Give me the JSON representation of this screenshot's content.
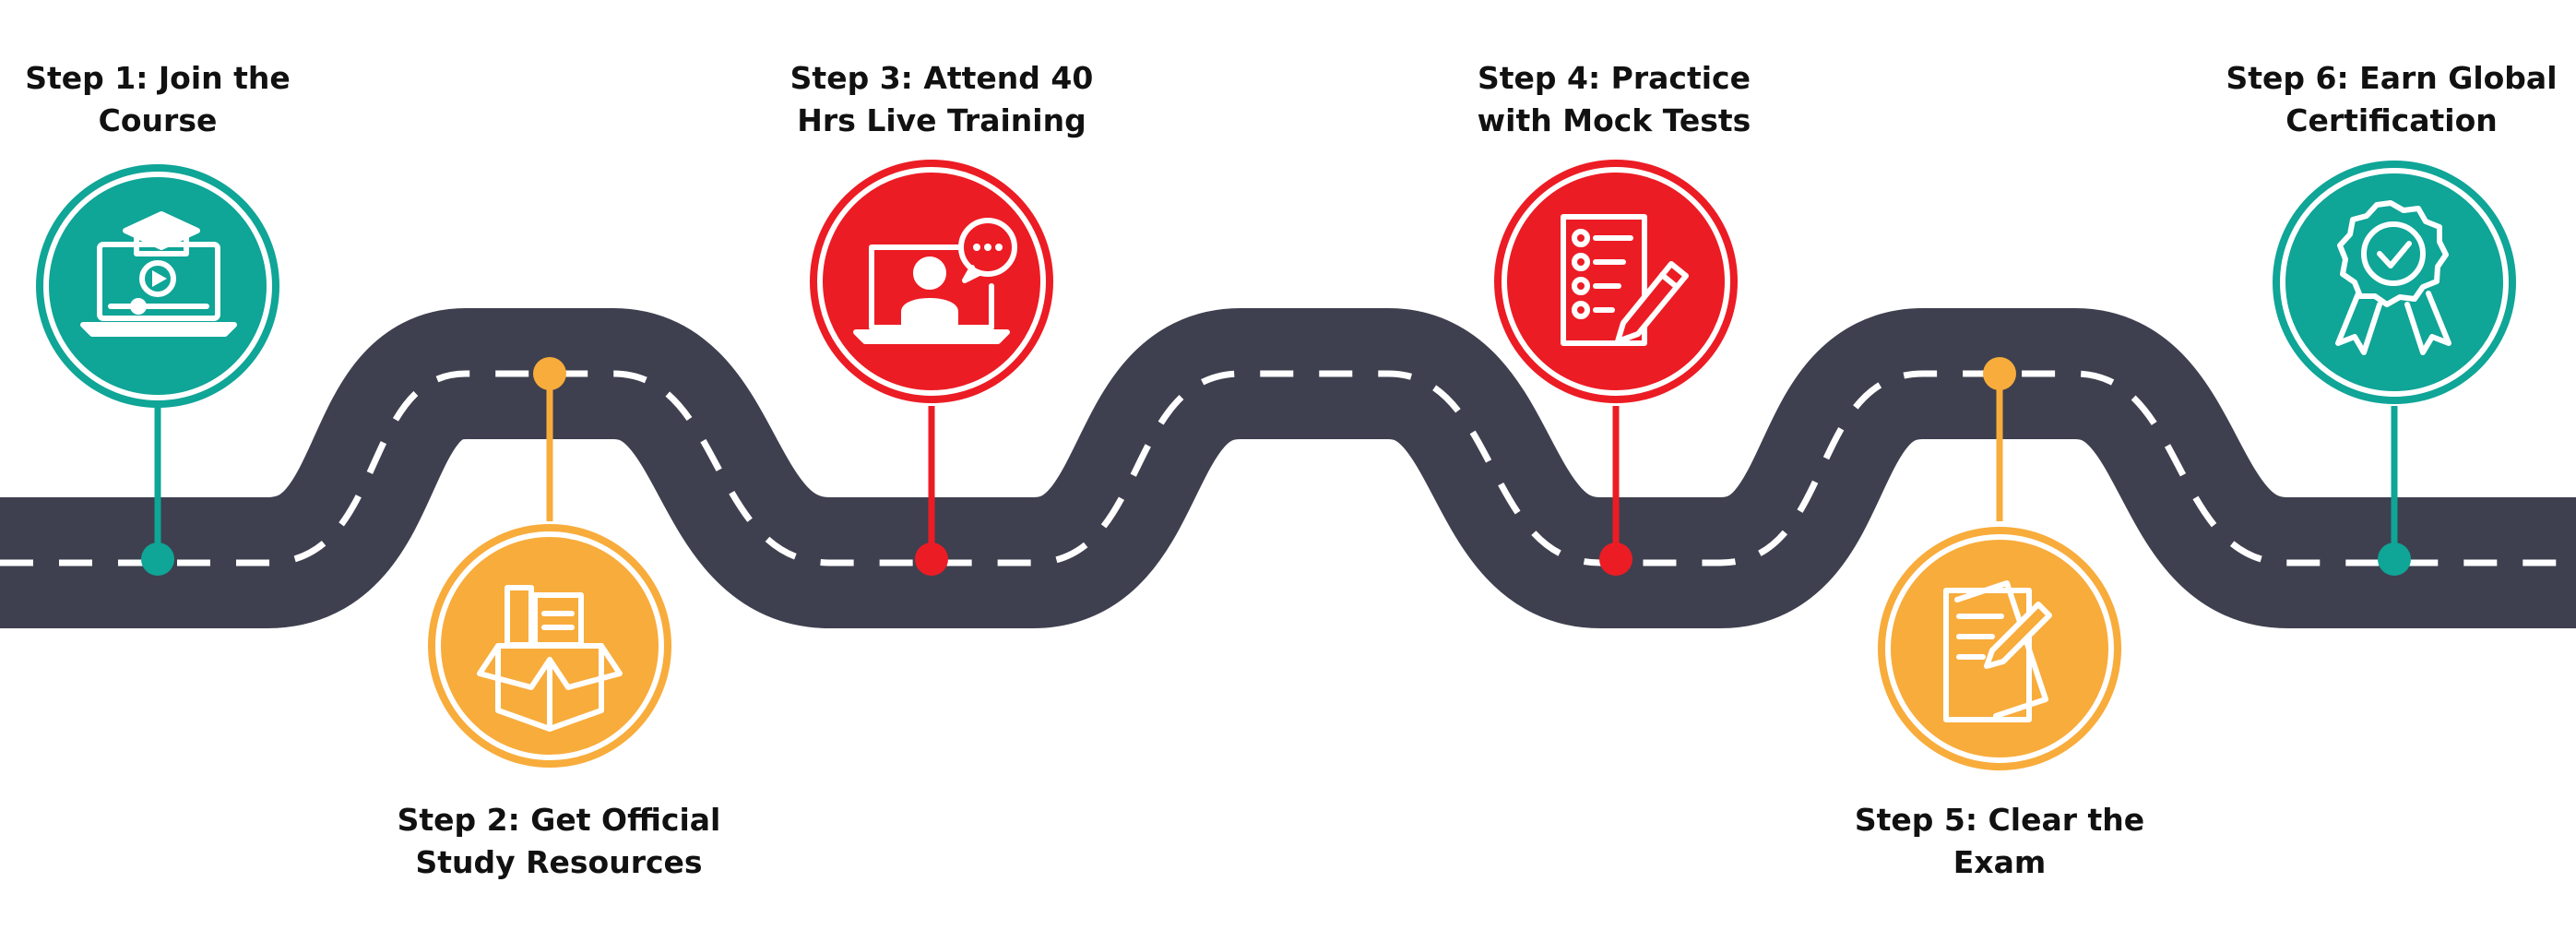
{
  "colors": {
    "road": "#3e404f",
    "road_dash": "#ffffff",
    "teal": "#0fa597",
    "yellow": "#f8ac3b",
    "red": "#ec1c24",
    "label_text": "#111111"
  },
  "steps": [
    {
      "lines": [
        "Step 1: Join the",
        "Course"
      ],
      "color": "teal",
      "icon": "online-course-laptop-icon"
    },
    {
      "lines": [
        "Step 2: Get Official",
        "Study Resources"
      ],
      "color": "yellow",
      "icon": "study-resources-box-icon"
    },
    {
      "lines": [
        "Step 3: Attend 40",
        "Hrs Live Training"
      ],
      "color": "red",
      "icon": "live-training-chat-icon"
    },
    {
      "lines": [
        "Step 4: Practice",
        "with Mock Tests"
      ],
      "color": "red",
      "icon": "mock-test-checklist-icon"
    },
    {
      "lines": [
        "Step 5: Clear the",
        "Exam"
      ],
      "color": "yellow",
      "icon": "exam-paper-pencil-icon"
    },
    {
      "lines": [
        "Step 6: Earn Global",
        "Certification"
      ],
      "color": "teal",
      "icon": "certification-award-icon"
    }
  ]
}
